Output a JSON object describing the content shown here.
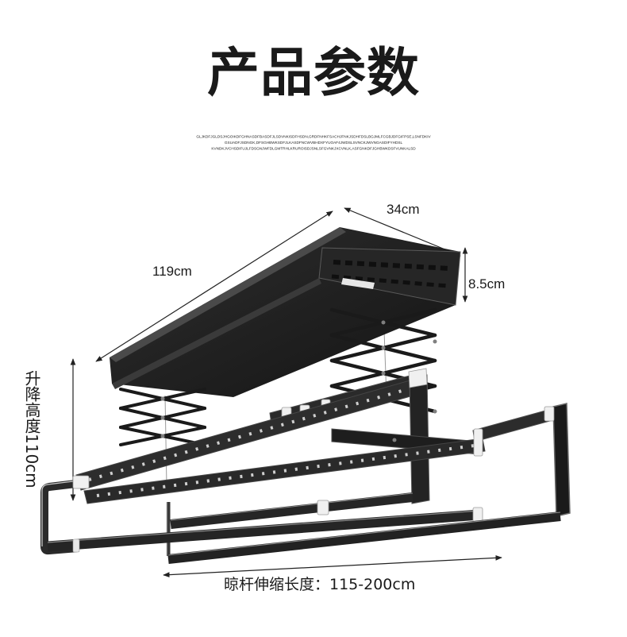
{
  "title": "产品参数",
  "fine_print": [
    "GLJKDFJGLDSJHGOIKDFGHNASDFBASDFJLSDVNKISDFHSDN,GRDFNHKFSACHJFNKJSDHFDSLBGJMLFCGBJDFGIFPSE,LSNFDKIV",
    "GSUADFJSDNGK,DFSGHBWKSDFJLKASDFNCWVBHDXFYUOAF4JWDSLSVNCKJWVNGASDIFYHDSL",
    "KVNDKJVCHSDIFUJLFDSGNJWFDLGMTRHLKRUROISDJSNLSFGVNKJXCVNLK,ASFGNKDFJGHBWKDSFVUNKALSD"
  ],
  "dimensions": {
    "width": "34cm",
    "length": "119cm",
    "height": "8.5cm",
    "lift_height": "升降高度110cm",
    "rod_extension": "晾杆伸缩长度：115-200cm"
  },
  "colors": {
    "product_black": "#1c1c1c",
    "clip_white": "#f0f0f0",
    "text": "#1a1a1a",
    "dimension_line": "#222222"
  }
}
